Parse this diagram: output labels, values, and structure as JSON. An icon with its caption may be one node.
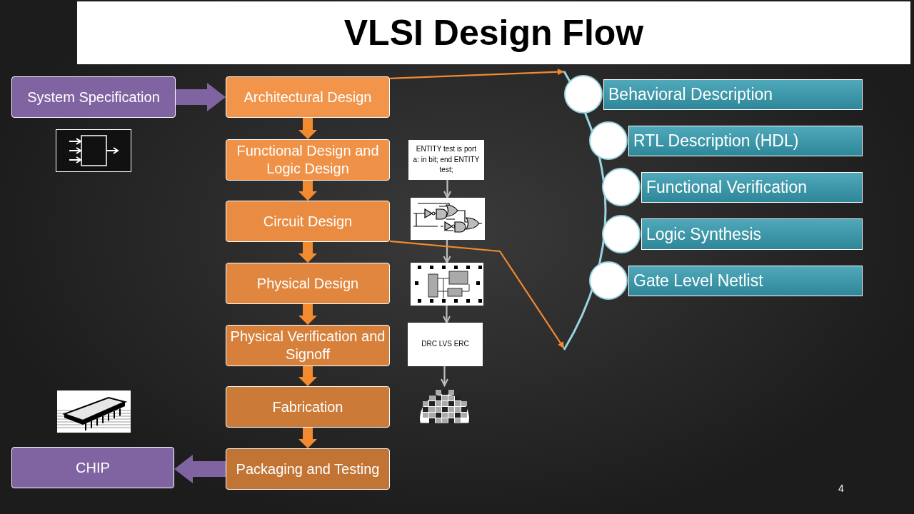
{
  "diagram": {
    "title": "VLSI Design Flow",
    "nodes": [
      {
        "text": [
          "System Specification"
        ]
      },
      {
        "text": [
          "Architectural Design"
        ]
      },
      {
        "text": [
          "Functional Design and Logic Design"
        ]
      },
      {
        "text": [
          "Circuit Design"
        ]
      },
      {
        "text": [
          "Physical Design"
        ]
      },
      {
        "text": [
          "Physical Verification and Signoff"
        ]
      },
      {
        "text": [
          "Fabrication"
        ]
      },
      {
        "text": [
          "Packaging and Testing"
        ]
      },
      {
        "text": [
          "CHIP"
        ]
      },
      {
        "text": [
          "Behavioral Description"
        ]
      },
      {
        "text": [
          "RTL Description (HDL)"
        ]
      },
      {
        "text": [
          "Functional Verification"
        ]
      },
      {
        "text": [
          "Logic Synthesis"
        ]
      },
      {
        "text": [
          "Gate Level Netlist"
        ]
      },
      {
        "text": [
          "ENTITY test is port a: in bit; end ENTITY test;"
        ]
      },
      {
        "text": [],
        "shape": "picture"
      },
      {
        "text": [],
        "shape": "picture"
      },
      {
        "text": [
          "DRC LVS ERC"
        ]
      },
      {
        "text": [],
        "shape": "picture"
      },
      {
        "text": [],
        "shape": "picture"
      },
      {
        "text": [],
        "shape": "picture"
      },
      {
        "text": [],
        "shape": "arc"
      }
    ],
    "edges": [
      {
        "from": 0,
        "to": 1,
        "arrow": "to",
        "style": "thick",
        "color": "#8064a2"
      },
      {
        "from": 1,
        "to": 2,
        "arrow": "to",
        "style": "thick"
      },
      {
        "from": 2,
        "to": 3,
        "arrow": "to",
        "style": "thick"
      },
      {
        "from": 3,
        "to": 4,
        "arrow": "to",
        "style": "thick"
      },
      {
        "from": 4,
        "to": 5,
        "arrow": "to",
        "style": "thick"
      },
      {
        "from": 5,
        "to": 6,
        "arrow": "to",
        "style": "thick"
      },
      {
        "from": 6,
        "to": 7,
        "arrow": "to",
        "style": "thick"
      },
      {
        "from": 7,
        "to": 8,
        "arrow": "to",
        "style": "thick",
        "color": "#8064a2"
      },
      {
        "from": 14,
        "to": 15,
        "arrow": "to",
        "color": "#bfbfbf"
      },
      {
        "from": 15,
        "to": 16,
        "arrow": "to",
        "color": "#bfbfbf"
      },
      {
        "from": 16,
        "to": 17,
        "arrow": "to",
        "color": "#bfbfbf"
      },
      {
        "from": 17,
        "to": 18,
        "arrow": "to",
        "color": "#bfbfbf"
      },
      {
        "from": 1,
        "to": 21,
        "arrow": "to",
        "color": "#f28a30"
      },
      {
        "from": 3,
        "to": 21,
        "arrow": "to",
        "color": "#f28a30"
      }
    ],
    "labels": [
      "4"
    ]
  }
}
